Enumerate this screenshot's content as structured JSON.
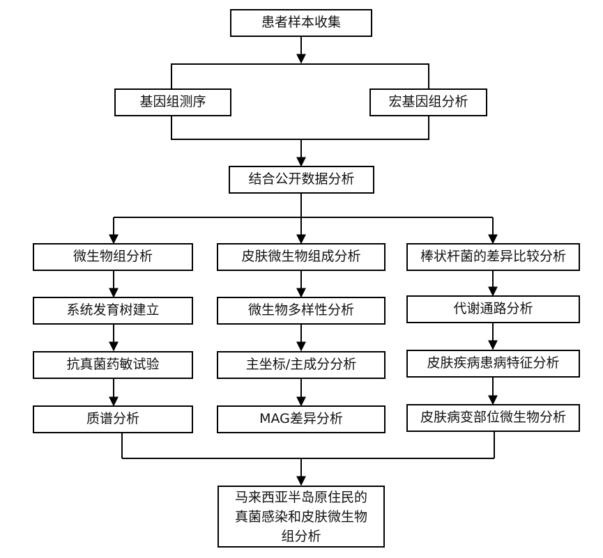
{
  "nodes": {
    "collect": "患者样本收集",
    "genome": "基因组测序",
    "metagenome": "宏基因组分析",
    "public_data": "结合公开数据分析",
    "col1": [
      "微生物组分析",
      "系统发育树建立",
      "抗真菌药敏试验",
      "质谱分析"
    ],
    "col2": [
      "皮肤微生物组成分析",
      "微生物多样性分析",
      "主坐标/主成分分析",
      "MAG差异分析"
    ],
    "col3": [
      "棒状杆菌的差异比较分析",
      "代谢通路分析",
      "皮肤疾病患病特征分析",
      "皮肤病变部位微生物分析"
    ],
    "final_lines": [
      "马来西亚半岛原住民的",
      "真菌感染和皮肤微生物",
      "组分析"
    ]
  },
  "colors": {
    "stroke": "#000000",
    "fill": "#ffffff",
    "text": "#111111"
  }
}
